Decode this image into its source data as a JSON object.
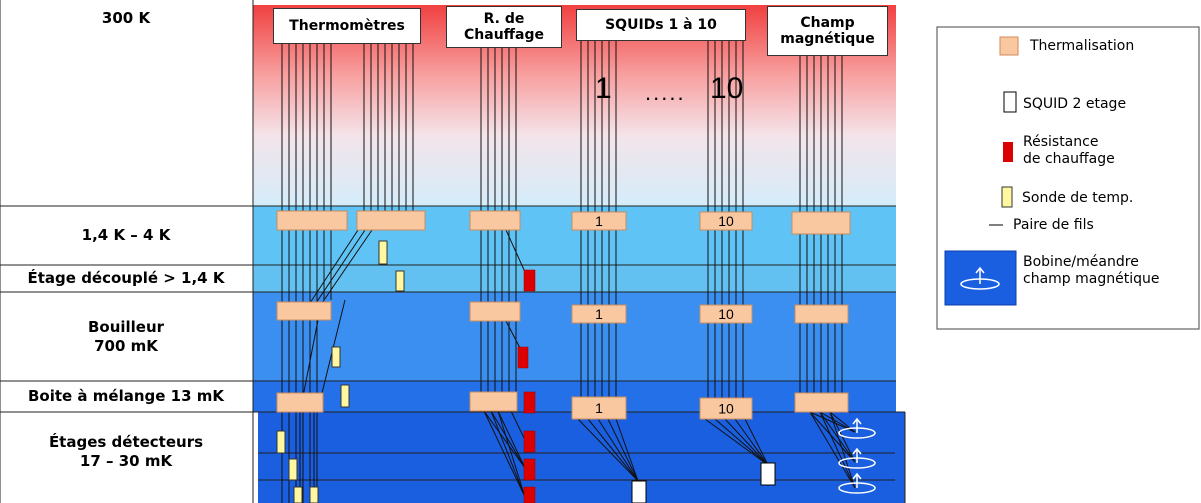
{
  "stages": [
    {
      "id": "s300",
      "label": "300 K"
    },
    {
      "id": "s14",
      "label": "1,4 K – 4 K"
    },
    {
      "id": "sdec",
      "label": "Étage découplé > 1,4 K"
    },
    {
      "id": "sbou",
      "label": "Bouilleur\n700 mK"
    },
    {
      "id": "smix",
      "label": "Boite à mélange 13 mK"
    },
    {
      "id": "sdet",
      "label": "Étages détecteurs\n17 – 30 mK"
    }
  ],
  "headers": {
    "thermometres": "Thermomètres",
    "chauffage": "R. de\nChauffage",
    "squids": "SQUIDs 1 à 10",
    "champ": "Champ\nmagnétique"
  },
  "squid_labels": {
    "first": "1",
    "dots": ".....",
    "last": "10"
  },
  "legend": {
    "thermalisation": "Thermalisation",
    "squid": "SQUID 2 etage",
    "resistance": "Résistance\nde chauffage",
    "sonde": "Sonde de temp.",
    "paire": "Paire de fils",
    "bobine": "Bobine/méandre\nchamp magnétique"
  },
  "colors": {
    "thermal_block": "#f9c8a0",
    "heater": "#dd0000",
    "probe": "#fff8a0",
    "stage_14": "#5fc4f5",
    "stage_bou": "#3b8ff0",
    "stage_mix": "#1f6fe6",
    "stage_det": "#1a5fe0",
    "top_hot": "#f04040",
    "top_cold": "#d8ecf8"
  }
}
